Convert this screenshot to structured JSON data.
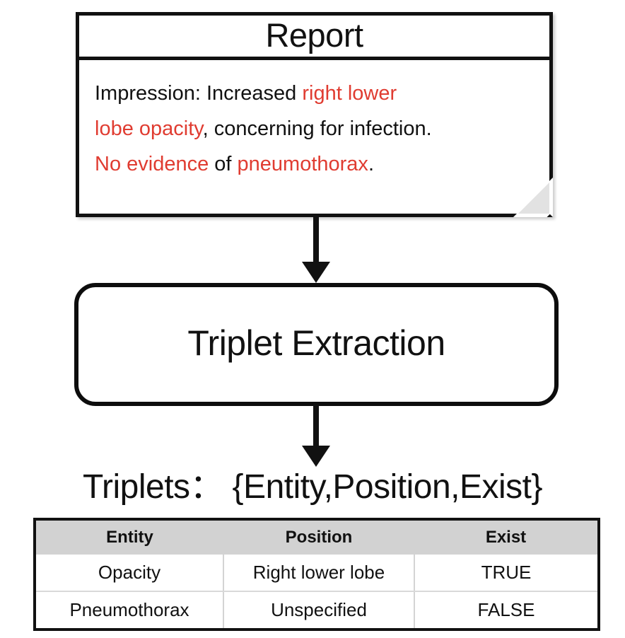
{
  "report": {
    "title": "Report",
    "body_lines": [
      [
        {
          "text": "Impression: Increased ",
          "highlight": false
        },
        {
          "text": "right lower",
          "highlight": true
        }
      ],
      [
        {
          "text": "lobe opacity",
          "highlight": true
        },
        {
          "text": ", concerning for infection.",
          "highlight": false
        }
      ],
      [
        {
          "text": "No evidence",
          "highlight": true
        },
        {
          "text": " of ",
          "highlight": false
        },
        {
          "text": "pneumothorax",
          "highlight": true
        },
        {
          "text": ".",
          "highlight": false
        }
      ]
    ],
    "plain_text": "Impression: Increased right lower lobe opacity, concerning for infection. No evidence of pneumothorax."
  },
  "process": {
    "label": "Triplet Extraction"
  },
  "triplets_caption": {
    "label": "Triplets",
    "colon": "：",
    "set": "{Entity,Position,Exist}"
  },
  "table": {
    "headers": [
      "Entity",
      "Position",
      "Exist"
    ],
    "rows": [
      [
        "Opacity",
        "Right lower lobe",
        "TRUE"
      ],
      [
        "Pneumothorax",
        "Unspecified",
        "FALSE"
      ]
    ]
  },
  "colors": {
    "highlight_red": "#E03C31",
    "border_black": "#111111",
    "header_gray": "#D2D2D2",
    "divider_gray": "#D4D4D4",
    "fold_gray": "#E2E2E2"
  }
}
